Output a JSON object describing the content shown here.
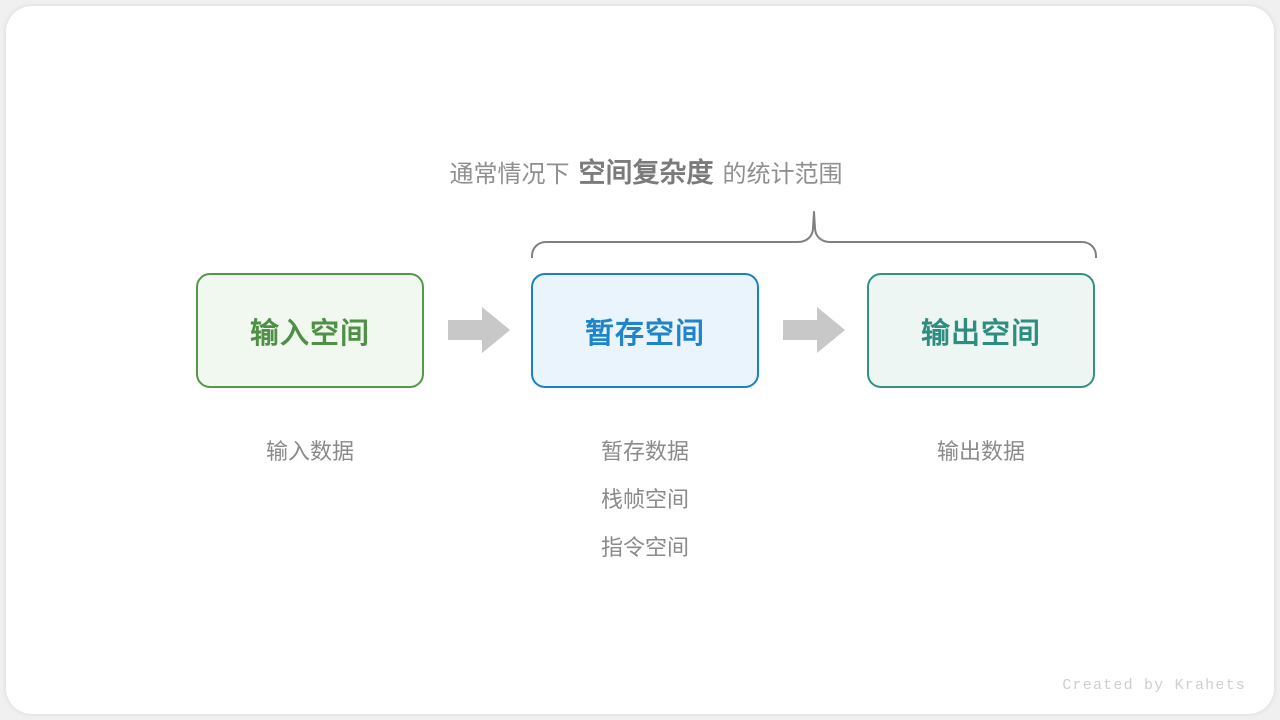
{
  "page": {
    "background_color": "#f0f0f0",
    "card_color": "#ffffff"
  },
  "caption": {
    "prefix": "通常情况下",
    "emphasis": "空间复杂度",
    "suffix": "的统计范围",
    "color": "#8f8f8f",
    "emphasis_color": "#7b7b7b"
  },
  "brace": {
    "color": "#808080",
    "covers": [
      "暂存空间",
      "输出空间"
    ]
  },
  "boxes": [
    {
      "id": "input",
      "label": "输入空间",
      "border_color": "#55984c",
      "fill_color": "#f1f8ef",
      "text_color": "#4d9046"
    },
    {
      "id": "temp",
      "label": "暂存空间",
      "border_color": "#1a80c8",
      "fill_color": "#e9f4fc",
      "text_color": "#2084ca"
    },
    {
      "id": "output",
      "label": "输出空间",
      "border_color": "#339184",
      "fill_color": "#eef6f4",
      "text_color": "#2f8d80"
    }
  ],
  "arrows": [
    {
      "id": "arrow-1",
      "direction": "right",
      "color": "#c8c8c8"
    },
    {
      "id": "arrow-2",
      "direction": "right",
      "color": "#c8c8c8"
    }
  ],
  "captions": {
    "input": [
      "输入数据"
    ],
    "temp": [
      "暂存数据",
      "栈帧空间",
      "指令空间"
    ],
    "output": [
      "输出数据"
    ],
    "color": "#8a8a8a"
  },
  "footer": {
    "text": "Created by Krahets",
    "color": "#cfcfcf"
  }
}
